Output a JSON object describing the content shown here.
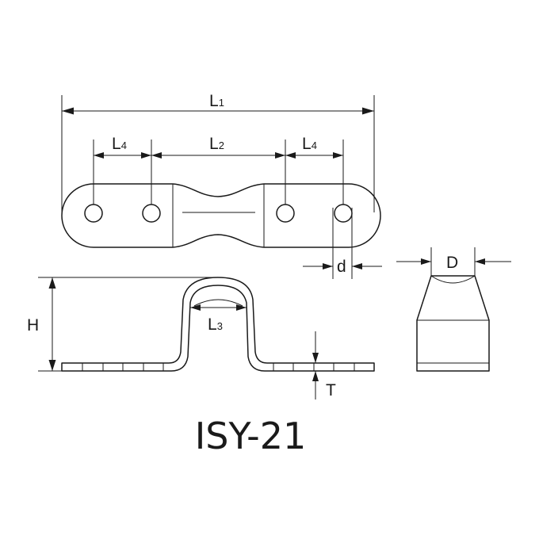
{
  "labels": {
    "L1": {
      "main": "L",
      "sub": "1"
    },
    "L2": {
      "main": "L",
      "sub": "2"
    },
    "L3": {
      "main": "L",
      "sub": "3"
    },
    "L4_left": {
      "main": "L",
      "sub": "4"
    },
    "L4_right": {
      "main": "L",
      "sub": "4"
    },
    "d": "d",
    "D": "D",
    "H": "H",
    "T": "T"
  },
  "model": "ISY-21"
}
